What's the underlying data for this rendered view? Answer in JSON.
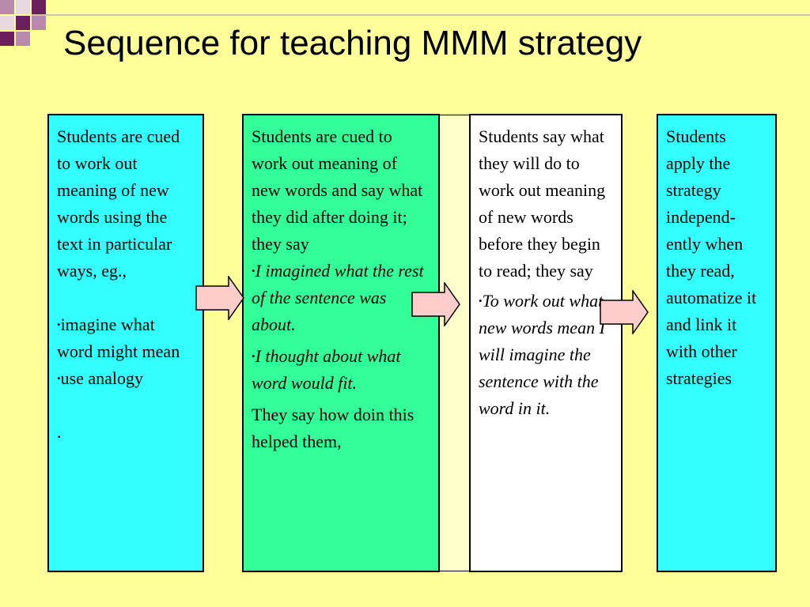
{
  "title": "Sequence for teaching MMM strategy",
  "colors": {
    "background": "#FFFF99",
    "box_cyan": "#33FFFF",
    "box_green": "#33FF99",
    "box_white": "#FFFFFF",
    "arrow_fill": "#FFCCCC",
    "decor_purple": "#6B1F5C"
  },
  "boxes": [
    {
      "intro": "Students are cued to work out meaning of new words using the text in particular ways,  eg.,",
      "bullets": [
        "imagine what word might mean",
        "use  analogy"
      ],
      "trailing": "."
    },
    {
      "intro": "Students are cued to work out meaning of new words and say what they did after doing it;  they say",
      "bullets": [
        "I imagined what the rest of the sentence was about.",
        "I thought about what word would fit."
      ],
      "outro": "They say how doin this helped them,"
    },
    {
      "intro": "Students say what they will do to work out meaning of new words before they begin to read; they say",
      "bullets": [
        "To work out what new words mean I will imagine the sentence with the word in it."
      ]
    },
    {
      "intro": "Students apply the strategy independ-ently when they read, automatize it and link it with other strategies"
    }
  ],
  "bullet_glyph": "•",
  "icons": [
    "right-arrow-icon"
  ]
}
